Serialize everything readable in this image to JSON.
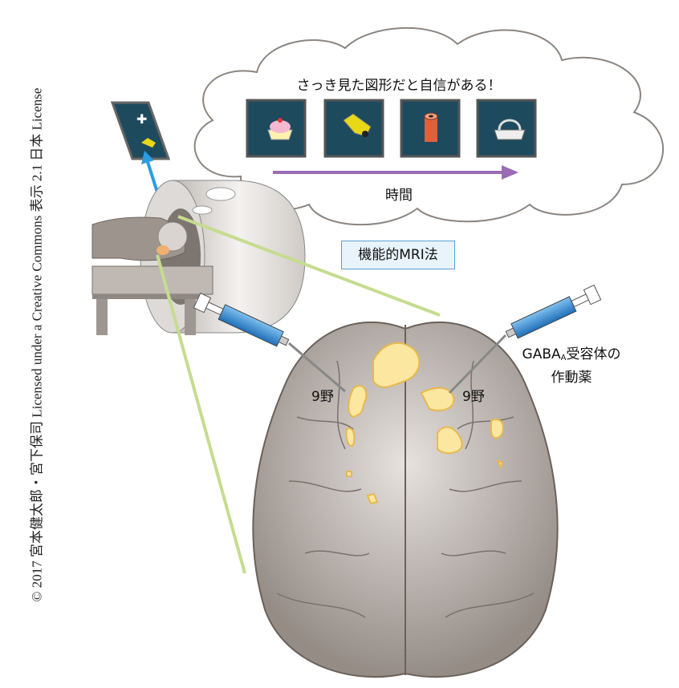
{
  "copyright": "© 2017 宮本健太郎・宮下保司 Licensed under a Creative Commons 表示 2.1 日本 License",
  "cloud": {
    "title": "さっき見た図形だと自信がある！",
    "time_label": "時間",
    "stimuli": [
      "cupcake-icon",
      "yellow-shape-icon",
      "red-cylinder-icon",
      "basket-icon"
    ]
  },
  "fmri_label": "機能的MRI法",
  "area9_left": "9野",
  "area9_right": "9野",
  "gaba": {
    "prefix": "GABA",
    "subscript": "A",
    "suffix": "受容体の",
    "line2": "作動薬"
  },
  "colors": {
    "screen": "#1e4a5e",
    "arrow_purple": "#9b6bb5",
    "arrow_blue": "#2a9de0",
    "brain": "#a59c96",
    "activation": "#fbe7a0",
    "green_line": "#c5dc8f"
  }
}
